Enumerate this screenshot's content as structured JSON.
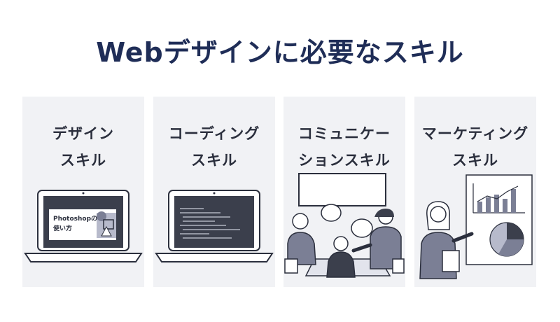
{
  "title": "Webデザインに必要なスキル",
  "cards": [
    {
      "line1": "デザイン",
      "line2": "スキル"
    },
    {
      "line1": "コーディング",
      "line2": "スキル"
    },
    {
      "line1": "コミュニケー",
      "line2": "ションスキル"
    },
    {
      "line1": "マーケティング",
      "line2": "スキル"
    }
  ],
  "screen_text": {
    "line1": "Photoshopの",
    "line2": "使い方"
  },
  "colors": {
    "navy": "#1f2d57",
    "card_bg": "#f1f2f5",
    "laptop_dark": "#3b3f4c",
    "accent_gray": "#7b7f95"
  }
}
